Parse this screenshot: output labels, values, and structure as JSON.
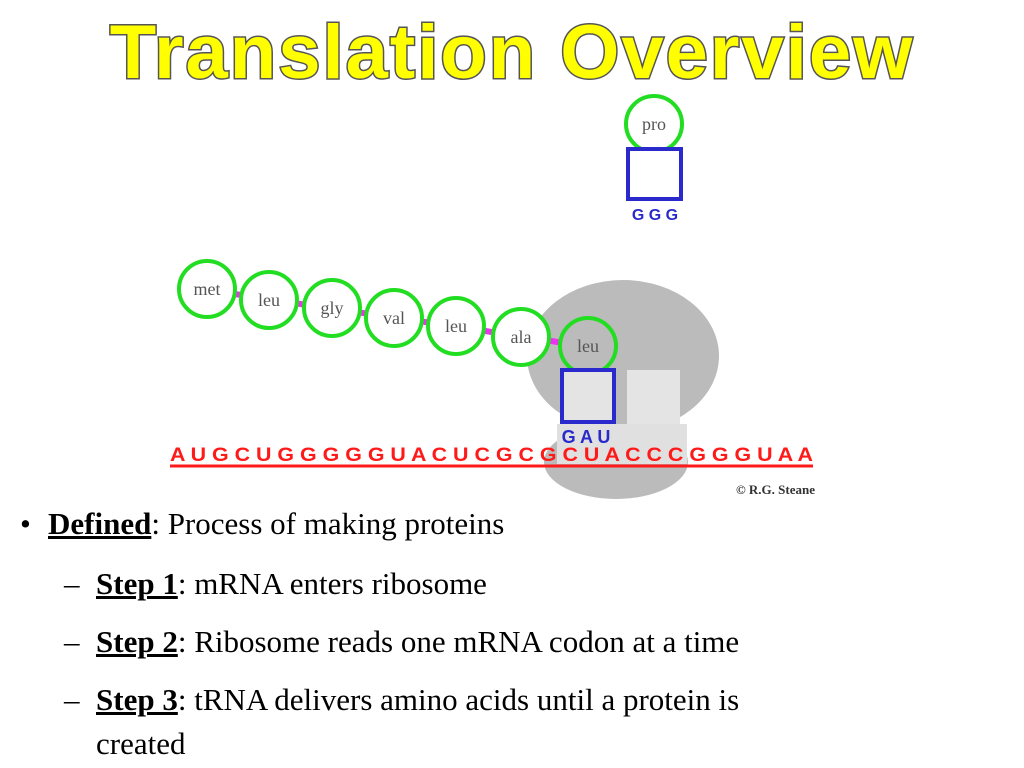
{
  "slide": {
    "title": "Translation Overview",
    "colors": {
      "title_fill": "#ffff00",
      "title_stroke": "#555555",
      "amino_ring": "#22dd22",
      "trna_box": "#2a2acc",
      "mrna_text": "#ff1a1a",
      "peptide_bond": "#ee33ee",
      "ribosome": "#bbbbbb"
    }
  },
  "diagram": {
    "incoming_trna": {
      "amino_acid": "pro",
      "anticodon": "G G G"
    },
    "peptide_chain": [
      "met",
      "leu",
      "gly",
      "val",
      "leu",
      "ala",
      "leu"
    ],
    "bound_trna_anticodon": "G A U",
    "mrna": "A U G C U G G G G G U A C U C G C G C U A C C C G G G U A A",
    "credit": "© R.G. Steane"
  },
  "bullets": {
    "defined": {
      "label": "Defined",
      "text": ": Process of making proteins"
    },
    "steps": [
      {
        "label": "Step 1",
        "text": ": mRNA enters ribosome"
      },
      {
        "label": "Step 2",
        "text": ": Ribosome reads one mRNA codon at a time"
      },
      {
        "label": "Step 3",
        "text": ": tRNA delivers amino acids until a protein is",
        "continuation": "created"
      }
    ]
  }
}
